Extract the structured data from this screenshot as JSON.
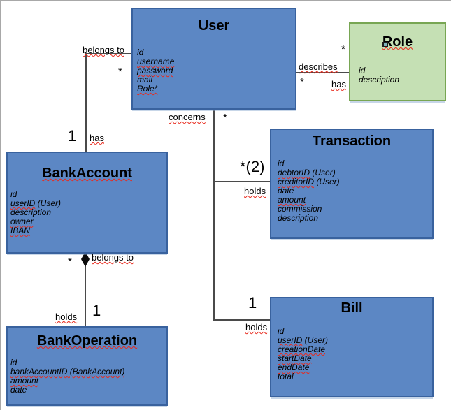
{
  "colors": {
    "entity_blue": "#5c87c4",
    "entity_blue_border": "#39629e",
    "entity_green": "#c5e0b4",
    "entity_green_border": "#78a653",
    "connector_line": "#4a4a4a",
    "misspell_squiggle_red": "#e8291c",
    "selection_handle_teal": "#7fb4bd"
  },
  "icons": {
    "composition_diamond": "filled-diamond",
    "selection_handle": "selection-handle-square"
  },
  "entities": {
    "user": {
      "title": "User",
      "title_misspelled": false,
      "attributes": [
        [
          {
            "text": "id",
            "misspelled": false
          }
        ],
        [
          {
            "text": "username",
            "misspelled": true
          }
        ],
        [
          {
            "text": "password",
            "misspelled": true
          }
        ],
        [
          {
            "text": "mail",
            "misspelled": false
          }
        ],
        [
          {
            "text": "Role*",
            "misspelled": true
          }
        ]
      ]
    },
    "role": {
      "title": "Role",
      "title_misspelled": true,
      "attributes": [
        [
          {
            "text": "id",
            "misspelled": false
          }
        ],
        [
          {
            "text": "description",
            "misspelled": false
          }
        ]
      ]
    },
    "bankAccount": {
      "title": "BankAccount",
      "title_misspelled": true,
      "attributes": [
        [
          {
            "text": "id",
            "misspelled": false
          }
        ],
        [
          {
            "text": "userID",
            "misspelled": true
          },
          {
            "text": " (User)",
            "misspelled": false
          }
        ],
        [
          {
            "text": "description",
            "misspelled": false
          }
        ],
        [
          {
            "text": "owner",
            "misspelled": true
          }
        ],
        [
          {
            "text": "IBAN",
            "misspelled": true
          }
        ]
      ]
    },
    "transaction": {
      "title": "Transaction",
      "title_misspelled": false,
      "attributes": [
        [
          {
            "text": "id",
            "misspelled": false
          }
        ],
        [
          {
            "text": "debtorID",
            "misspelled": true
          },
          {
            "text": " (User)",
            "misspelled": false
          }
        ],
        [
          {
            "text": "creditorID",
            "misspelled": true
          },
          {
            "text": " (User)",
            "misspelled": false
          }
        ],
        [
          {
            "text": "date",
            "misspelled": false
          }
        ],
        [
          {
            "text": "amount",
            "misspelled": true
          }
        ],
        [
          {
            "text": "commission",
            "misspelled": false
          }
        ],
        [
          {
            "text": "description",
            "misspelled": false
          }
        ]
      ]
    },
    "bankOperation": {
      "title": "BankOperation",
      "title_misspelled": true,
      "attributes": [
        [
          {
            "text": "id",
            "misspelled": false
          }
        ],
        [
          {
            "text": "bankAccountID",
            "misspelled": true
          },
          {
            "text": " (BankAccount)",
            "misspelled": true
          }
        ],
        [
          {
            "text": "amount",
            "misspelled": true
          }
        ],
        [
          {
            "text": "date",
            "misspelled": false
          }
        ]
      ]
    },
    "bill": {
      "title": "Bill",
      "title_misspelled": false,
      "attributes": [
        [
          {
            "text": "id",
            "misspelled": false
          }
        ],
        [
          {
            "text": "userID",
            "misspelled": true
          },
          {
            "text": " (User)",
            "misspelled": false
          }
        ],
        [
          {
            "text": "creationDate",
            "misspelled": true
          }
        ],
        [
          {
            "text": "startDate",
            "misspelled": true
          }
        ],
        [
          {
            "text": "endDate",
            "misspelled": true
          }
        ],
        [
          {
            "text": "total",
            "misspelled": false
          }
        ]
      ]
    }
  },
  "labels": {
    "belongsToUserBankAccount": {
      "text": "belongs to",
      "misspelled": true
    },
    "hasBankAccount": {
      "text": "has",
      "misspelled": true
    },
    "describes": {
      "text": "describes",
      "misspelled": true
    },
    "hasRole": {
      "text": "has",
      "misspelled": true
    },
    "concerns": {
      "text": "concerns",
      "misspelled": true
    },
    "holdsTransaction": {
      "text": "holds",
      "misspelled": true
    },
    "holdsBill": {
      "text": "holds",
      "misspelled": true
    },
    "belongsToBankOperation": {
      "text": "belongs to",
      "misspelled": true
    },
    "holdsBankOperation": {
      "text": "holds",
      "misspelled": true
    }
  },
  "multiplicities": {
    "starUserLeft": "*",
    "oneBankAccount": "1",
    "starRoleSide": "*",
    "starUserSide": "*",
    "starUserBottom": "*",
    "starTwoTransaction": "*(2)",
    "oneBill": "1",
    "starBankAccountBottom": "*",
    "oneBankOperation": "1"
  }
}
